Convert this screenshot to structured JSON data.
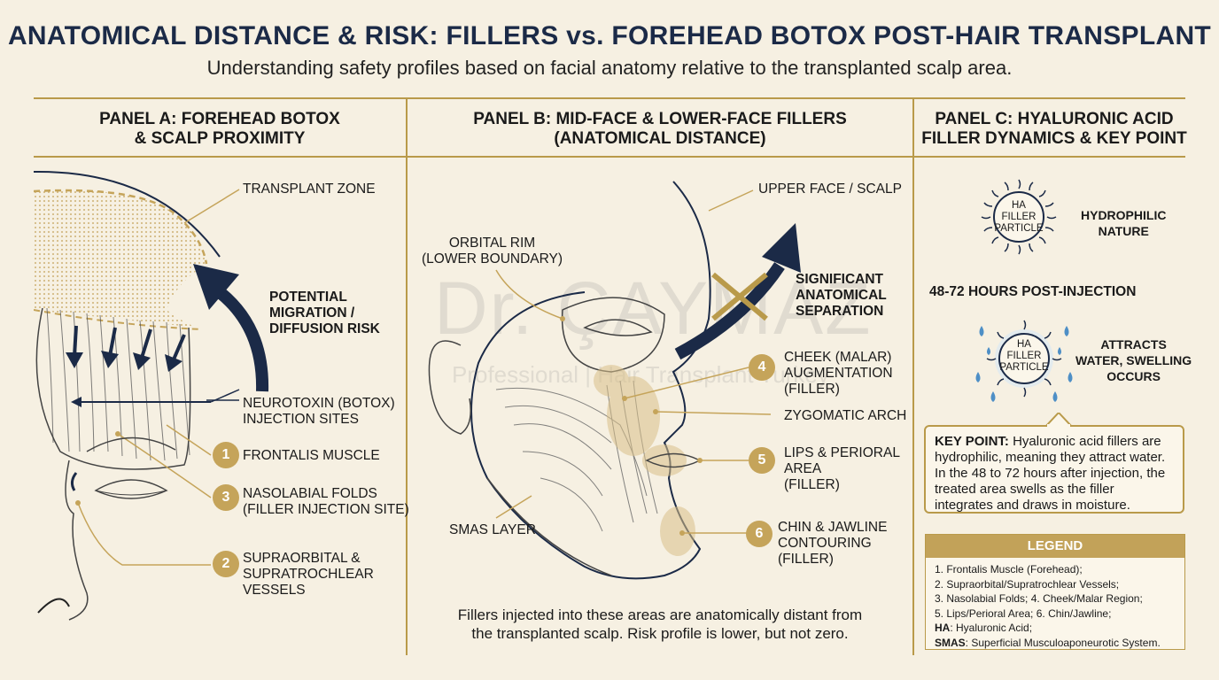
{
  "header": {
    "title": "ANATOMICAL DISTANCE & RISK: FILLERS vs. FOREHEAD BOTOX POST-HAIR TRANSPLANT",
    "subtitle": "Understanding safety profiles based on facial anatomy relative to the transplanted scalp area."
  },
  "panel_a": {
    "title_line1": "PANEL A: FOREHEAD BOTOX",
    "title_line2": "& SCALP PROXIMITY",
    "transplant_zone": "TRANSPLANT ZONE",
    "migration_l1": "POTENTIAL",
    "migration_l2": "MIGRATION /",
    "migration_l3": "DIFFUSION RISK",
    "neurotoxin_l1": "NEUROTOXIN (BOTOX)",
    "neurotoxin_l2": "INJECTION SITES",
    "n1": "1",
    "frontalis": "FRONTALIS MUSCLE",
    "n3": "3",
    "nasolabial_l1": "NASOLABIAL FOLDS",
    "nasolabial_l2": "(FILLER INJECTION SITE)",
    "n2": "2",
    "supra_l1": "SUPRAORBITAL &",
    "supra_l2": "SUPRATROCHLEAR",
    "supra_l3": "VESSELS"
  },
  "panel_b": {
    "title_line1": "PANEL B: MID-FACE & LOWER-FACE FILLERS",
    "title_line2": "(ANATOMICAL DISTANCE)",
    "upper_face": "UPPER FACE / SCALP",
    "orbital_l1": "ORBITAL RIM",
    "orbital_l2": "(LOWER BOUNDARY)",
    "separation_l1": "SIGNIFICANT",
    "separation_l2": "ANATOMICAL",
    "separation_l3": "SEPARATION",
    "n4": "4",
    "cheek_l1": "CHEEK (MALAR)",
    "cheek_l2": "AUGMENTATION",
    "cheek_l3": "(FILLER)",
    "zygomatic": "ZYGOMATIC ARCH",
    "n5": "5",
    "lips_l1": "LIPS & PERIORAL",
    "lips_l2": "AREA",
    "lips_l3": "(FILLER)",
    "smas": "SMAS LAYER",
    "n6": "6",
    "chin_l1": "CHIN & JAWLINE",
    "chin_l2": "CONTOURING",
    "chin_l3": "(FILLER)",
    "note_l1": "Fillers injected into these areas are anatomically distant from",
    "note_l2": "the transplanted scalp. Risk profile is lower, but not zero.",
    "watermark": "Dr. ÇAYMAZ",
    "watermark_sub": "Professional | Hair Transplant Turkey"
  },
  "panel_c": {
    "title_line1": "PANEL C: HYALURONIC ACID",
    "title_line2": "FILLER DYNAMICS & KEY POINT",
    "particle_l1": "HA",
    "particle_l2": "FILLER",
    "particle_l3": "PARTICLE",
    "hydrophilic_l1": "HYDROPHILIC",
    "hydrophilic_l2": "NATURE",
    "hours": "48-72 HOURS POST-INJECTION",
    "attracts_l1": "ATTRACTS",
    "attracts_l2": "WATER, SWELLING",
    "attracts_l3": "OCCURS",
    "key_label": "KEY POINT:",
    "key_text": " Hyaluronic acid fillers are hydrophilic, meaning they attract water. In the 48 to 72 hours after injection, the treated area swells as the filler integrates and draws in moisture.",
    "legend_title": "LEGEND",
    "legend_l1": "1. Frontalis Muscle (Forehead);",
    "legend_l2": "2. Supraorbital/Supratrochlear Vessels;",
    "legend_l3": "3. Nasolabial Folds; 4. Cheek/Malar Region;",
    "legend_l4": "5. Lips/Perioral Area; 6. Chin/Jawline;",
    "legend_ha_key": "HA",
    "legend_ha_val": ": Hyaluronic Acid;",
    "legend_smas_key": "SMAS",
    "legend_smas_val": ": Superficial Musculoaponeurotic System."
  },
  "colors": {
    "background": "#f6f0e2",
    "navy": "#1b2a47",
    "gold": "#c5a45a"
  }
}
